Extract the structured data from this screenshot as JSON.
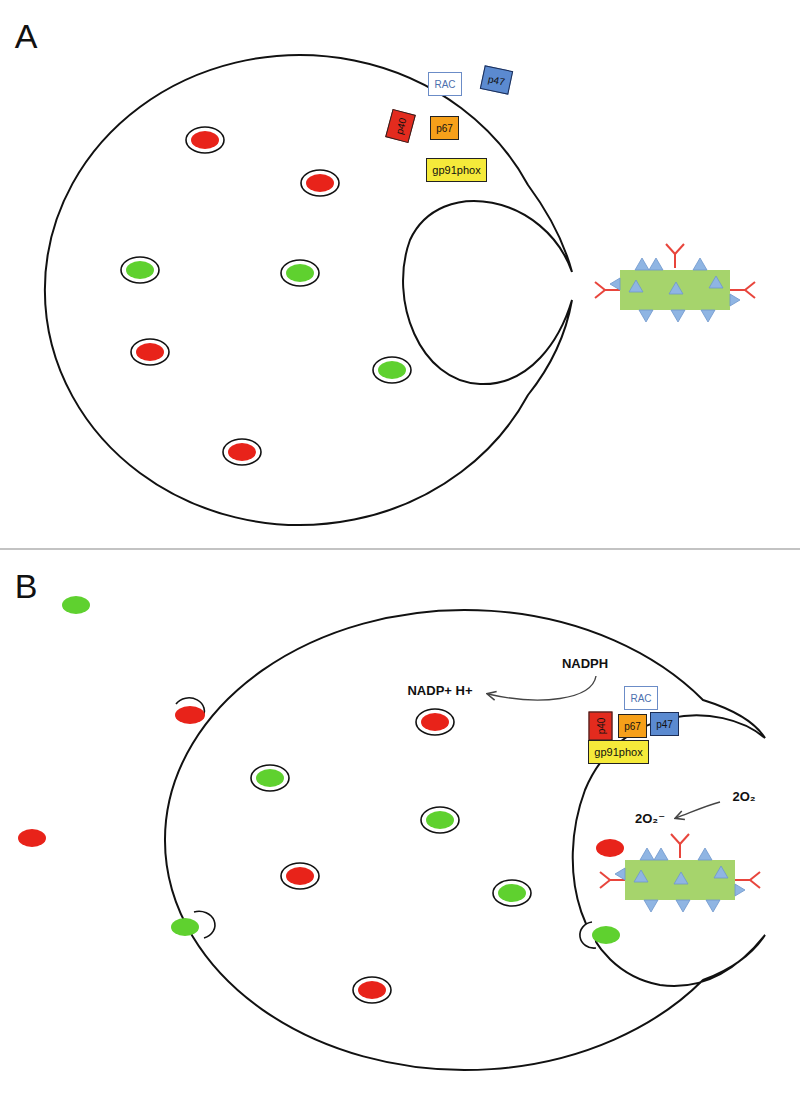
{
  "diagram": {
    "nodes": [
      {
        "text": [
          "RAC"
        ]
      },
      {
        "text": [
          "p47"
        ]
      },
      {
        "text": [
          "p40"
        ]
      },
      {
        "text": [
          "p67"
        ]
      },
      {
        "text": [
          "gp91phox"
        ]
      },
      {
        "text": [
          "RAC"
        ]
      },
      {
        "text": [
          "p40"
        ]
      },
      {
        "text": [
          "p67"
        ]
      },
      {
        "text": [
          "p47"
        ]
      },
      {
        "text": [
          "gp91phox"
        ]
      }
    ],
    "labels": [
      "A",
      "B",
      "NADPH",
      "NADP+ H+",
      "2O₂",
      "2O₂⁻"
    ]
  }
}
